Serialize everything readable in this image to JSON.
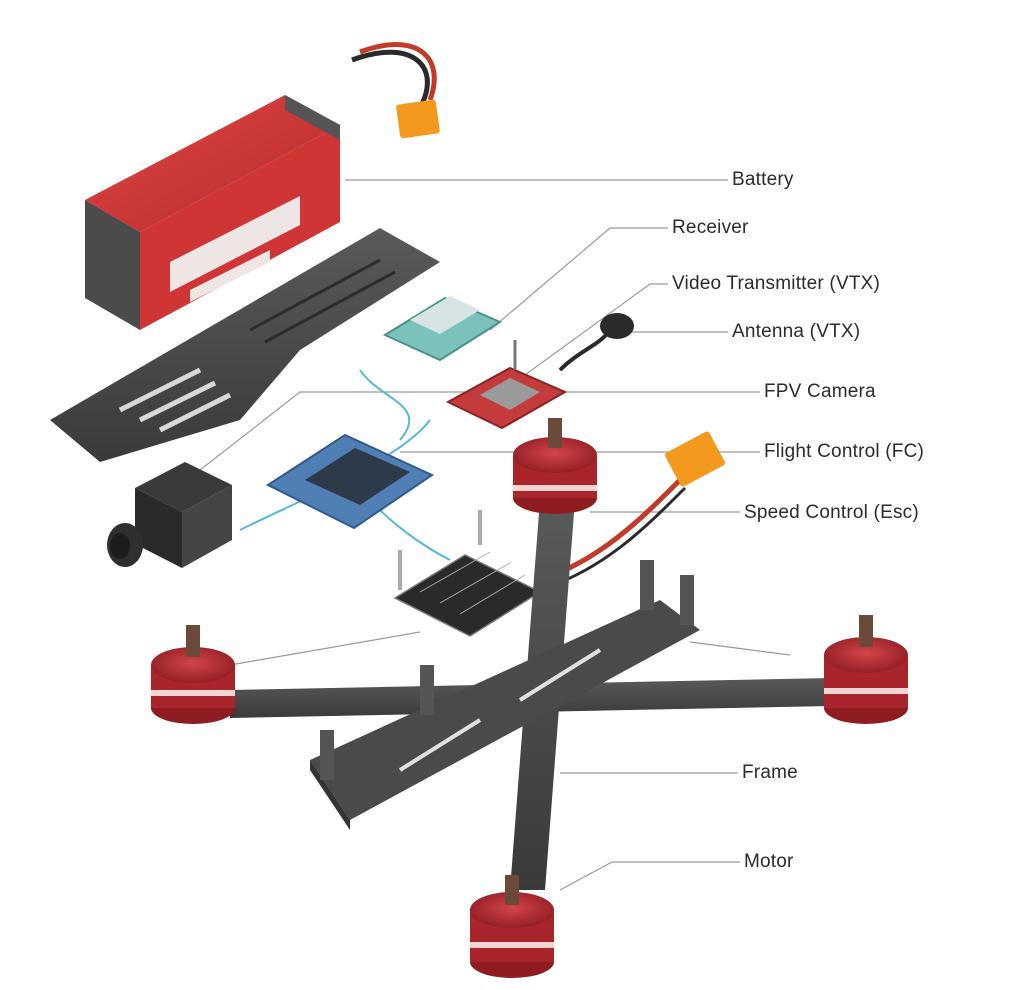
{
  "labels": {
    "battery": "Battery",
    "receiver": "Receiver",
    "vtx": "Video Transmitter (VTX)",
    "antenna": "Antenna (VTX)",
    "fpv_camera": "FPV Camera",
    "flight_control": "Flight Control (FC)",
    "speed_control": "Speed Control (Esc)",
    "frame": "Frame",
    "motor": "Motor"
  },
  "colors": {
    "motor_red": "#b3262c",
    "battery_red": "#d63a3a",
    "frame_grey": "#4a4a4a",
    "connector_orange": "#f39a1e",
    "vtx_teal": "#6fb2ad",
    "fc_blue": "#4f7fb5",
    "leader_line": "#9a9a9a"
  }
}
